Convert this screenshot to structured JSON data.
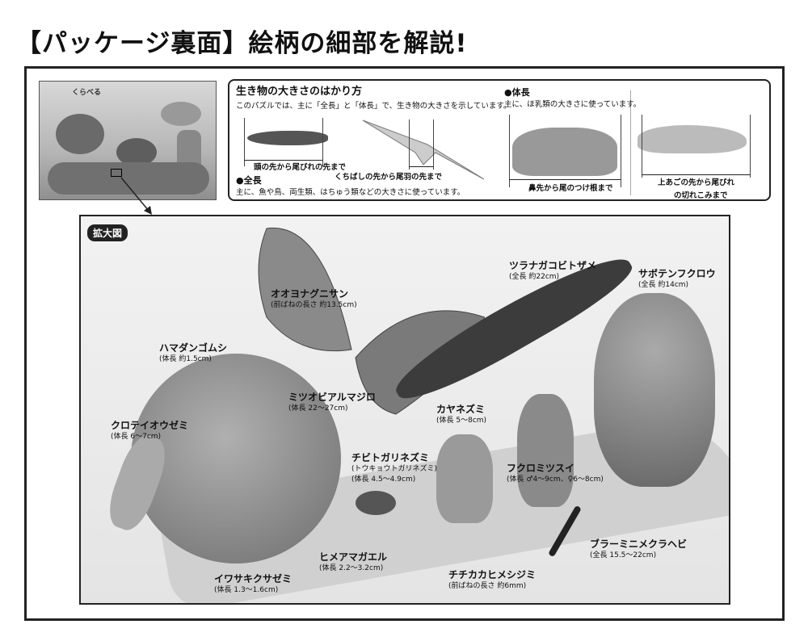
{
  "title": "【パッケージ裏面】絵柄の細部を解説!",
  "thumbnail": {
    "logo_text": "くらべる"
  },
  "info": {
    "heading": "生き物の大きさのはかり方",
    "intro": "このパズルでは、主に「全長」と「体長」で、生き物の大きさを示しています。",
    "fish_caption": "頭の先から尾びれの先まで",
    "bird_caption": "くちばしの先から尾羽の先まで",
    "total_length_title": "●全長",
    "total_length_desc": "主に、魚や鳥、両生類、はちゅう類などの大きさに使っています。",
    "body_length_title": "●体長",
    "body_length_desc": "主に、ほ乳類の大きさに使っています。",
    "hippo_caption": "鼻先から尾のつけ根まで",
    "dolphin_caption_1": "上あごの先から尾びれ",
    "dolphin_caption_2": "の切れこみまで"
  },
  "zoom_panel": {
    "badge": "拡大図",
    "animals": [
      {
        "name": "オオヨナグニサン",
        "size": "(前ばねの長さ 約13.5cm)"
      },
      {
        "name": "ハマダンゴムシ",
        "size": "(体長 約1.5cm)"
      },
      {
        "name": "ミツオビアルマジロ",
        "size": "(体長 22〜27cm)"
      },
      {
        "name": "クロテイオウゼミ",
        "size": "(体長 6〜7cm)"
      },
      {
        "name": "チビトガリネズミ",
        "alt": "(トウキョウトガリネズミ)",
        "size": "(体長 4.5〜4.9cm)"
      },
      {
        "name": "ツラナガコビトザメ",
        "size": "(全長 約22cm)"
      },
      {
        "name": "サボテンフクロウ",
        "size": "(全長 約14cm)"
      },
      {
        "name": "カヤネズミ",
        "size": "(体長 5〜8cm)"
      },
      {
        "name": "フクロミツスイ",
        "size": "(体長 ♂4〜9cm、♀6〜8cm)"
      },
      {
        "name": "ブラーミニメクラヘビ",
        "size": "(全長 15.5〜22cm)"
      },
      {
        "name": "ヒメアマガエル",
        "size": "(体長 2.2〜3.2cm)"
      },
      {
        "name": "イワサキクサゼミ",
        "size": "(体長 1.3〜1.6cm)"
      },
      {
        "name": "チチカカヒメシジミ",
        "size": "(前ばねの長さ 約6mm)"
      }
    ]
  }
}
